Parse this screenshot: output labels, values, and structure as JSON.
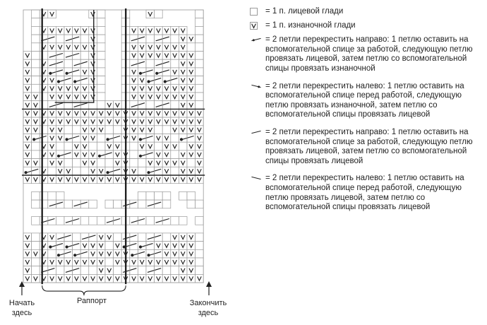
{
  "labels": {
    "start": [
      "Начать",
      "здесь"
    ],
    "end": [
      "Закончить",
      "здесь"
    ],
    "repeat": "Раппорт"
  },
  "legend": [
    {
      "symbol": "empty-cell",
      "text": "= 1 п. лицевой глади"
    },
    {
      "symbol": "purl-v",
      "text": "= 1 п. изнаночной глади"
    },
    {
      "symbol": "cross-right-purl",
      "text": "= 2 петли перекрестить направо: 1 петлю оставить на вспомогательной спице за работой, следующую петлю провязать лицевой, затем петлю со вспомогательной спицы провязать изнаночной"
    },
    {
      "symbol": "cross-left-purl",
      "text": "= 2 петли перекрестить налево: 1 петлю оставить на вспомогательной спице перед работой, следующую петлю провязать изнаночной, затем петлю со вспомогательной спицы провязать лицевой"
    },
    {
      "symbol": "cross-right-knit",
      "text": "= 2 петли перекрестить направо: 1 петлю оставить на вспомогательной спице за работой, следующую петлю провязать лицевой, затем петлю со вспомогательной спицы провязать лицевой"
    },
    {
      "symbol": "cross-left-knit",
      "text": "= 2 петли перекрестить налево: 1 петлю оставить на вспомогательной спице перед работой, следующую петлю провязать лицевой, затем петлю со вспомогательной спицы провязать лицевой"
    }
  ],
  "grid": {
    "cols": 22,
    "rows": 33,
    "rows_top_to_bottom": [
      "R.VVRRRRV.RR.RRV.RRRR.",
      "R.RRRRRRR.RR.RRRRRRRR.",
      "R.VVVVVVV.RR.VVVVVVVR.",
      "R.rr.rr.V.RR.rr.rr.VV.",
      "R.VVVVVVV.RR.VVVVVVVR.",
      "V..rrr..V.RR.VVVVVVVV.",
      "V.Vrr.rrV.RR.rr.rr.VV.",
      "V.Vb.b.VV.RR.Vb.b.VVV.",
      "V.VVb.bVV.RR.VVb.bVVV.",
      "V.VVVVVVV.RR.VVVVVVVV.",
      "VV.VVVVVV.RR.VVVVVVVV.",
      "VV.rr.rr..VV.rr.rr.VV.",
      "VVVVVVVVVVVVVVVVVVVVVV",
      "VVVVVVVVVVVVVVVVVVVVVV",
      "VV.VV..VVV..VVVV..VVVV",
      "Vb.VVb.VV.b.VVb.VV.b.V",
      "V.VV..VV..VV..VV.VV.VV",
      "V.VVb.VVVb.VV.b.VV.VVV",
      "VV.VV..VV..VV..VVVVV.V",
      "bVV.VV..VVb.VV.bVV.VVV",
      "VVVVVVVVVVVVVVVVVVVVVV",
      "RRRRRRRRRRRRRRRRRRRRRR",
      "R....RRRRRRRRR....R..R",
      "R..rr.rr.R..rr.rr.RR..",
      "RRRRRRRRRRRRRRRRRRRRRR",
      "R.rr.rr...rr.rr.rr..R.",
      "RRRRRRRRRRRRRRRRRRRRRR",
      "V.VVrr.rrVV.rr.rr.VVV.",
      "V.Vb.b.VVV.Vb.b.VVVVV.",
      "VVV.b.bVVVVVVb.b.VVVV.",
      "V.VVVVVVVV.VVVVVVVVVV.",
      "V.rr.rr..VV.rr.rr..VV.",
      "VVVVVVVVVVVVVVVVVVVVVV"
    ],
    "section_separators_after_rows": [
      12,
      20
    ],
    "repeat_span_cols": [
      2,
      12
    ]
  },
  "colors": {
    "ink": "#222222",
    "grid": "#9a9a9a"
  }
}
